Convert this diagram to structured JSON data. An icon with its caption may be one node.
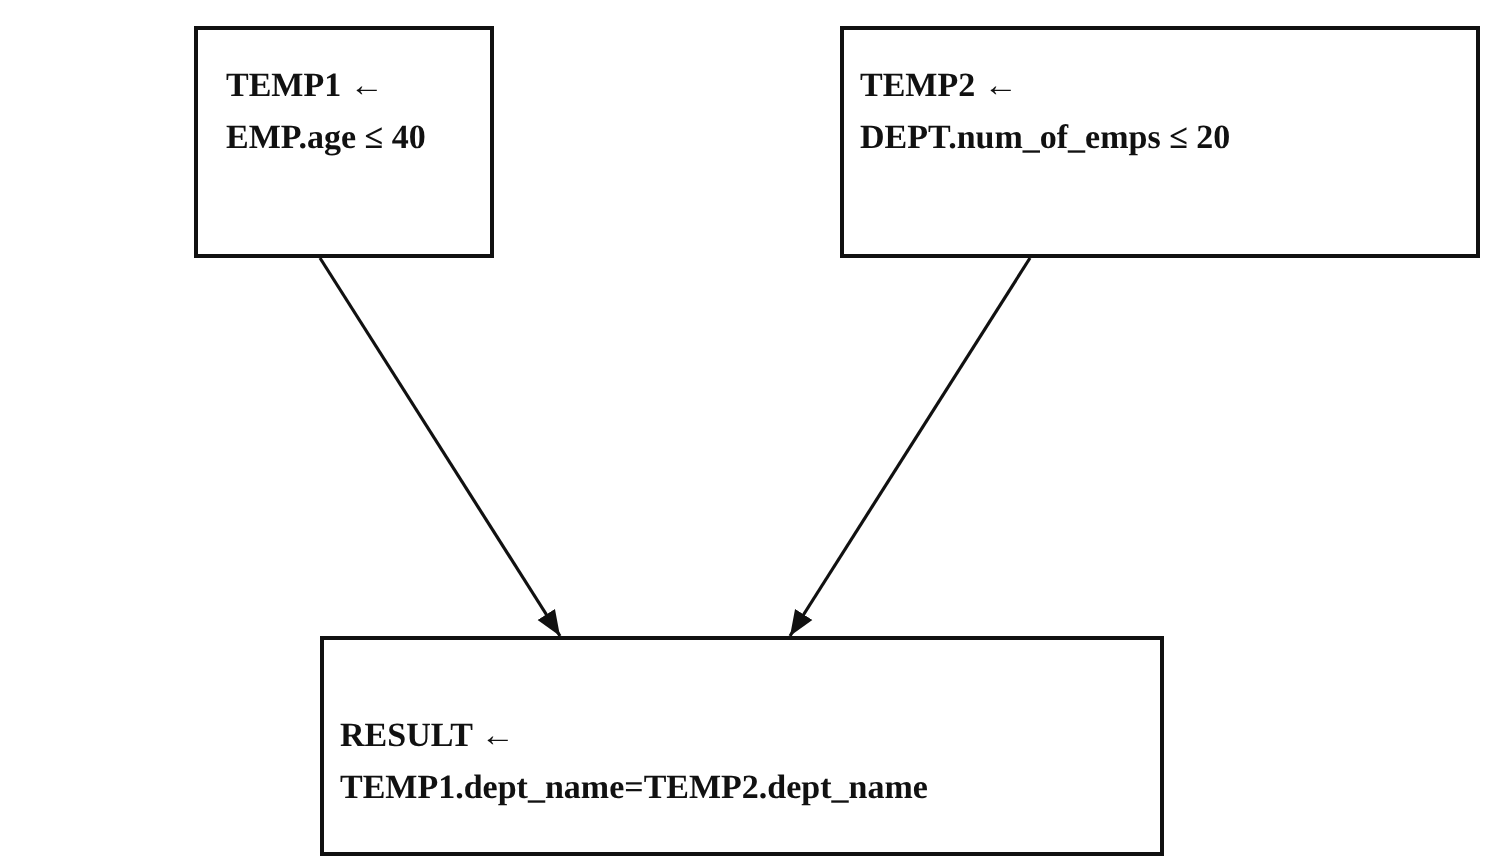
{
  "diagram": {
    "nodes": [
      {
        "text": [
          "TEMP1 ←",
          "EMP.age ≤ 40"
        ]
      },
      {
        "text": [
          "TEMP2 ←",
          "DEPT.num_of_emps ≤ 20"
        ]
      },
      {
        "text": [
          "RESULT ←",
          "TEMP1.dept_name=TEMP2.dept_name"
        ]
      }
    ],
    "edges": [
      {
        "from": 0,
        "to": 2,
        "arrow": "to"
      },
      {
        "from": 1,
        "to": 2,
        "arrow": "to"
      }
    ]
  }
}
